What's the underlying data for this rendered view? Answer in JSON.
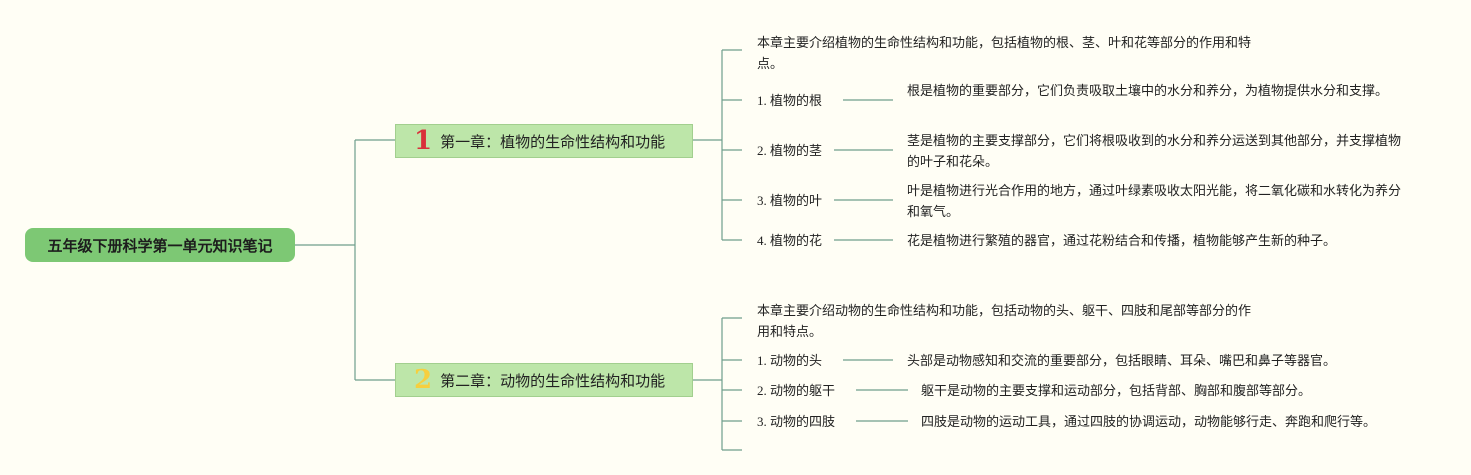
{
  "root": {
    "title": "五年级下册科学第一单元知识笔记"
  },
  "chapters": [
    {
      "number": "1",
      "title": "第一章：植物的生命性结构和功能",
      "intro": "本章主要介绍植物的生命性结构和功能，包括植物的根、茎、叶和花等部分的作用和特点。",
      "items": [
        {
          "label": "1. 植物的根",
          "desc": "根是植物的重要部分，它们负责吸取土壤中的水分和养分，为植物提供水分和支撑。"
        },
        {
          "label": "2. 植物的茎",
          "desc": "茎是植物的主要支撑部分，它们将根吸收到的水分和养分运送到其他部分，并支撑植物的叶子和花朵。"
        },
        {
          "label": "3. 植物的叶",
          "desc": "叶是植物进行光合作用的地方，通过叶绿素吸收太阳光能，将二氧化碳和水转化为养分和氧气。"
        },
        {
          "label": "4. 植物的花",
          "desc": "花是植物进行繁殖的器官，通过花粉结合和传播，植物能够产生新的种子。"
        }
      ]
    },
    {
      "number": "2",
      "title": "第二章：动物的生命性结构和功能",
      "intro": "本章主要介绍动物的生命性结构和功能，包括动物的头、躯干、四肢和尾部等部分的作用和特点。",
      "items": [
        {
          "label": "1. 动物的头",
          "desc": "头部是动物感知和交流的重要部分，包括眼睛、耳朵、嘴巴和鼻子等器官。"
        },
        {
          "label": "2. 动物的躯干",
          "desc": "躯干是动物的主要支撑和运动部分，包括背部、胸部和腹部等部分。"
        },
        {
          "label": "3. 动物的四肢",
          "desc": "四肢是动物的运动工具，通过四肢的协调运动，动物能够行走、奔跑和爬行等。"
        }
      ]
    }
  ]
}
